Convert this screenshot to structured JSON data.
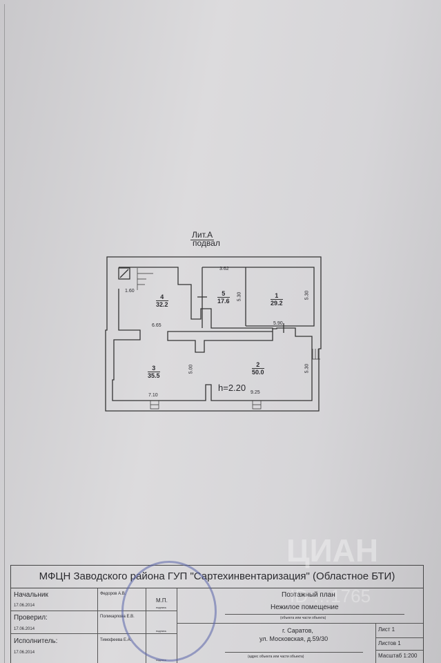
{
  "plan": {
    "title": "Лит.А",
    "subtitle": "подвал",
    "height": "h=2.20",
    "rooms": [
      {
        "num": "4",
        "area": "32.2"
      },
      {
        "num": "5",
        "area": "17.6"
      },
      {
        "num": "1",
        "area": "29.2"
      },
      {
        "num": "3",
        "area": "35.5"
      },
      {
        "num": "2",
        "area": "50.0"
      }
    ],
    "dims": {
      "d362": "3.62",
      "d160": "1.60",
      "d665": "6.65",
      "d530a": "5.30",
      "d530b": "5.30",
      "d530c": "5.30",
      "d590": "5.90",
      "d500": "5.00",
      "d710": "7.10",
      "d925": "9.25"
    }
  },
  "title_block": {
    "org": "МФЦН Заводского района ГУП \"Сартехинвентаризация\" (Областное БТИ)",
    "rows": [
      {
        "role": "Начальник",
        "date": "17.06.2014",
        "name": "Федоров А.В."
      },
      {
        "role": "Проверил:",
        "date": "17.06.2014",
        "name": "Поликарпова Е.В."
      },
      {
        "role": "Исполнитель:",
        "date": "17.06.2014",
        "name": "Тимофеева Е.А."
      }
    ],
    "mp": "М.П.",
    "sign1": "подпись",
    "sign2": "подпись",
    "sign3": "подпись",
    "doc_type": "Поэтажный план",
    "object": "Нежилое помещение",
    "object_caption": "(объекта или части объекта)",
    "city": "г. Саратов,",
    "street": "ул. Московская, д.59/30",
    "address_caption": "(адрес объекта или части объекта)",
    "sheet": "Лист 1",
    "sheets": "Листов 1",
    "scale": "Масштаб 1:200"
  },
  "watermark": {
    "brand": "ЦИАН",
    "id": "ID …1765"
  }
}
